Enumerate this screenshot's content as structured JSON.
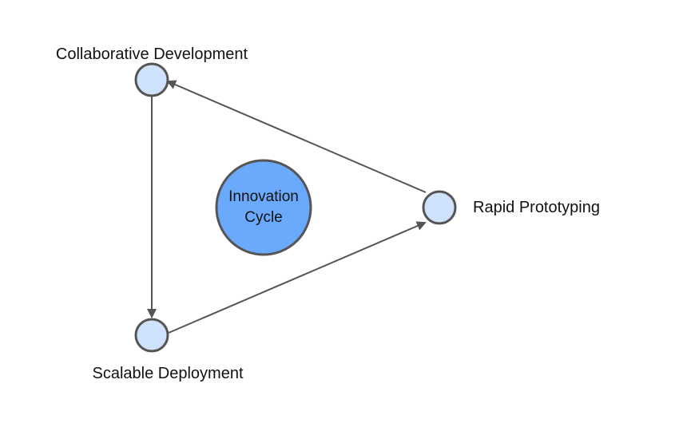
{
  "diagram": {
    "center": {
      "label_line1": "Innovation",
      "label_line2": "Cycle"
    },
    "nodes": {
      "collaborative": {
        "label": "Collaborative Development"
      },
      "rapid": {
        "label": "Rapid Prototyping"
      },
      "scalable": {
        "label": "Scalable Deployment"
      }
    },
    "colors": {
      "node_fill": "#cfe2fc",
      "center_fill": "#6aa9fb",
      "stroke": "#555555",
      "arrow": "#555555"
    }
  }
}
